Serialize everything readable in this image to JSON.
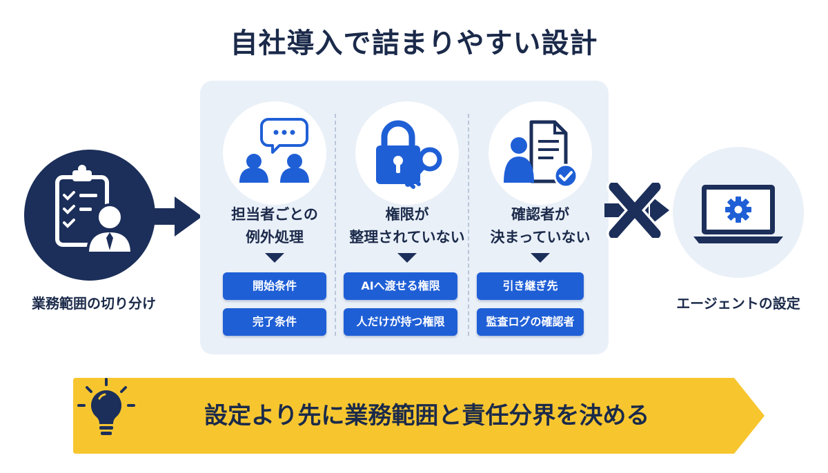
{
  "title": "自社導入で詰まりやすい設計",
  "left": {
    "label": "業務範囲の切り分け",
    "icon": "clipboard-person-icon"
  },
  "columns": [
    {
      "heading_line1": "担当者ごとの",
      "heading_line2": "例外処理",
      "icon": "people-chat-icon",
      "pills": [
        "開始条件",
        "完了条件"
      ]
    },
    {
      "heading_line1": "権限が",
      "heading_line2": "整理されていない",
      "icon": "lock-key-icon",
      "pills": [
        "AIへ渡せる権限",
        "人だけが持つ権限"
      ]
    },
    {
      "heading_line1": "確認者が",
      "heading_line2": "決まっていない",
      "icon": "person-document-check-icon",
      "pills": [
        "引き継ぎ先",
        "監査ログの確認者"
      ]
    }
  ],
  "right": {
    "label": "エージェントの設定",
    "icon": "laptop-gear-icon"
  },
  "banner": {
    "text": "設定より先に業務範囲と責任分界を決める",
    "icon": "lightbulb-icon"
  },
  "colors": {
    "navy": "#1c2f5a",
    "accent_blue": "#1f5fd6",
    "panel_bg": "#eaf0f8",
    "banner_yellow": "#f7c62f"
  }
}
